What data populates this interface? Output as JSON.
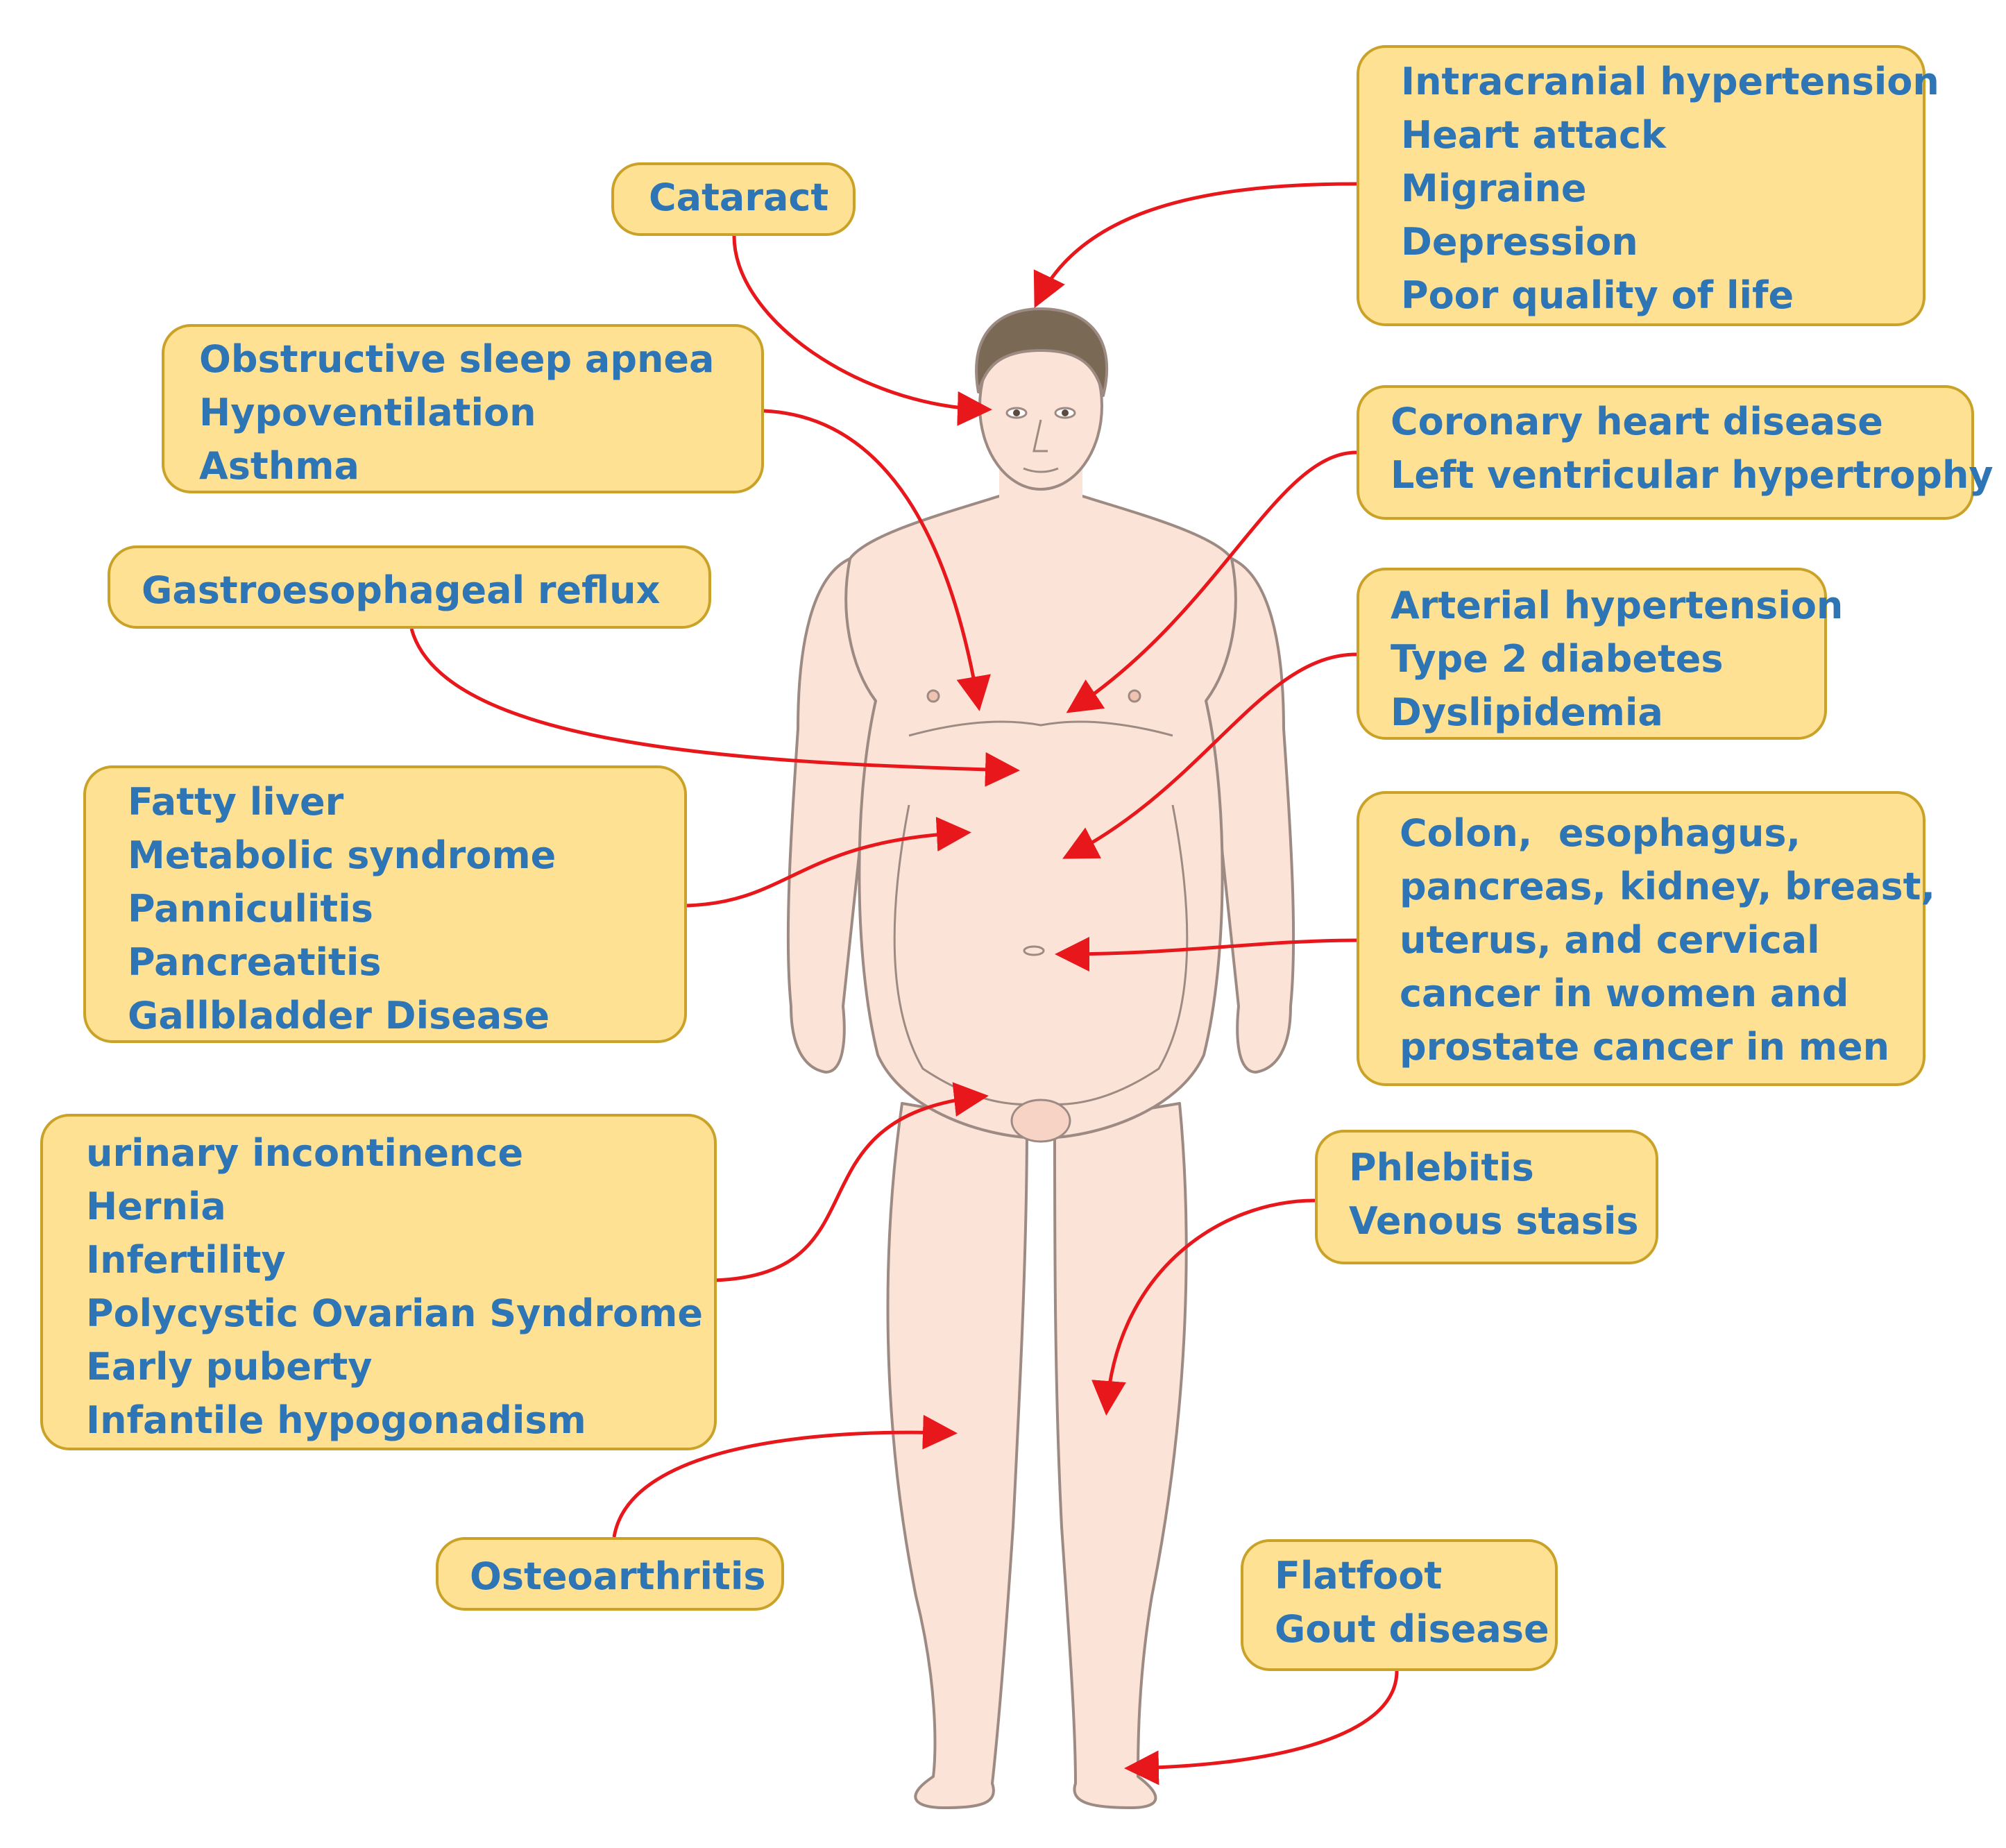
{
  "colors": {
    "box_fill": "#FFE194",
    "box_border": "#C9A227",
    "text": "#2E75B6",
    "arrow": "#E8171B",
    "skin": "#FCE3D8",
    "outline": "#9C8A83",
    "hair": "#7A6A55"
  },
  "figure": {
    "subject": "human body, front view"
  },
  "boxes": {
    "cataract": [
      "Cataract"
    ],
    "head": [
      "Intracranial hypertension",
      "Heart attack",
      "Migraine",
      "Depression",
      "Poor quality of life"
    ],
    "respiratory": [
      "Obstructive sleep apnea",
      "Hypoventilation",
      "Asthma"
    ],
    "heart": [
      "Coronary heart disease",
      "Left ventricular hypertrophy"
    ],
    "reflux": [
      "Gastroesophageal reflux"
    ],
    "metabolic": [
      "Arterial hypertension",
      "Type 2 diabetes",
      "Dyslipidemia"
    ],
    "liver": [
      "Fatty liver",
      "Metabolic syndrome",
      "Panniculitis",
      "Pancreatitis",
      "Gallbladder  Disease"
    ],
    "cancer": [
      "Colon,  esophagus,",
      "pancreas, kidney, breast,",
      "uterus, and cervical",
      "cancer in women and",
      "prostate cancer in men"
    ],
    "reproductive": [
      "urinary incontinence",
      "Hernia",
      "Infertility",
      "Polycystic Ovarian Syndrome",
      "Early puberty",
      "Infantile hypogonadism"
    ],
    "venous": [
      "Phlebitis",
      "Venous stasis"
    ],
    "osteo": [
      "Osteoarthritis"
    ],
    "feet": [
      "Flatfoot",
      "Gout disease"
    ]
  }
}
